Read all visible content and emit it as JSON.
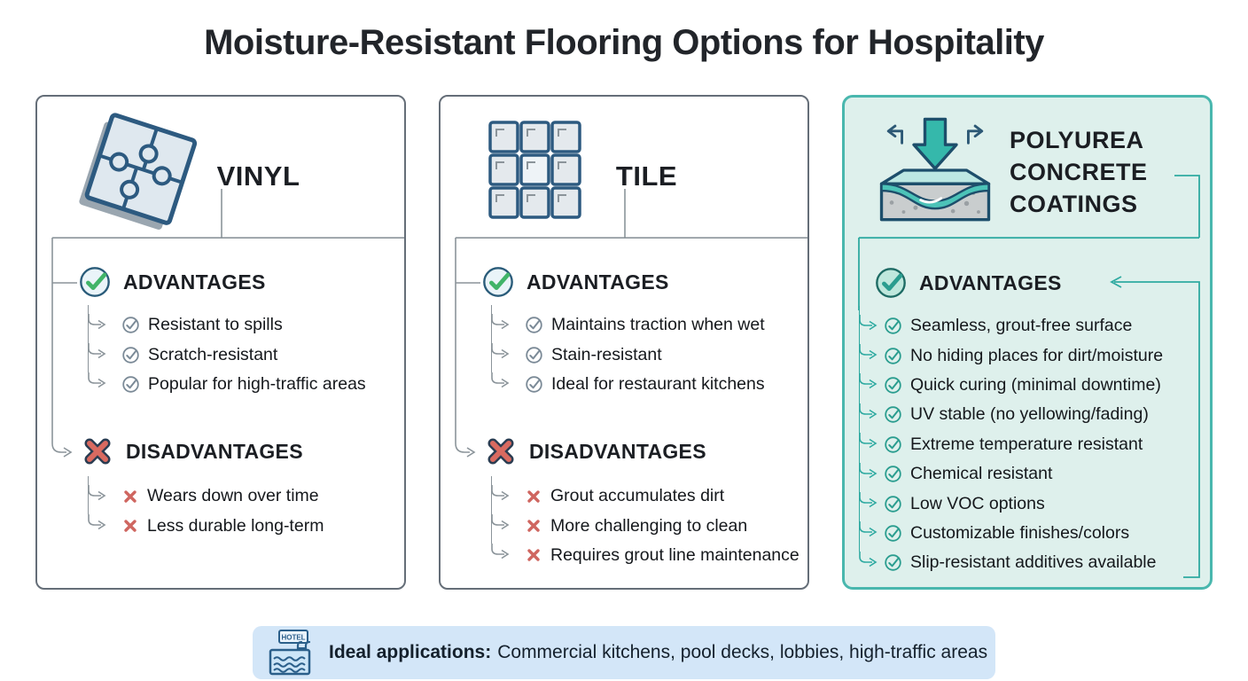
{
  "title": "Moisture-Resistant Flooring Options for Hospitality",
  "cards": [
    {
      "name": "VINYL",
      "icon": "vinyl-plank-puzzle-icon",
      "advantages_label": "ADVANTAGES",
      "advantages": [
        "Resistant to spills",
        "Scratch-resistant",
        "Popular for high-traffic areas"
      ],
      "disadvantages_label": "DISADVANTAGES",
      "disadvantages": [
        "Wears down over time",
        "Less durable long-term"
      ]
    },
    {
      "name": "TILE",
      "icon": "tile-grid-icon",
      "advantages_label": "ADVANTAGES",
      "advantages": [
        "Maintains traction when wet",
        "Stain-resistant",
        "Ideal for restaurant kitchens"
      ],
      "disadvantages_label": "DISADVANTAGES",
      "disadvantages": [
        "Grout accumulates dirt",
        "More challenging to clean",
        "Requires grout line maintenance"
      ]
    },
    {
      "name": "POLYUREA CONCRETE COATINGS",
      "icon": "coating-cross-section-icon",
      "highlighted": true,
      "advantages_label": "ADVANTAGES",
      "advantages": [
        "Seamless, grout-free surface",
        "No hiding places for dirt/moisture",
        "Quick curing (minimal downtime)",
        "UV stable (no yellowing/fading)",
        "Extreme temperature resistant",
        "Chemical resistant",
        "Low VOC options",
        "Customizable finishes/colors",
        "Slip-resistant additives available"
      ]
    }
  ],
  "footer": {
    "icon": "hotel-pool-icon",
    "icon_sign": "HOTEL",
    "label": "Ideal applications:",
    "text": "Commercial kitchens, pool decks, lobbies, high-traffic areas"
  },
  "colors": {
    "highlight_border": "#49b7ae",
    "highlight_bg": "#def0ec",
    "check_green": "#41b469",
    "check_teal": "#2a9d8f",
    "cross_red": "#d96a60",
    "line_gray": "#8b949a",
    "line_teal": "#2faaa1",
    "footer_bg": "#d3e6f8",
    "navy_outline": "#2d5a80"
  }
}
